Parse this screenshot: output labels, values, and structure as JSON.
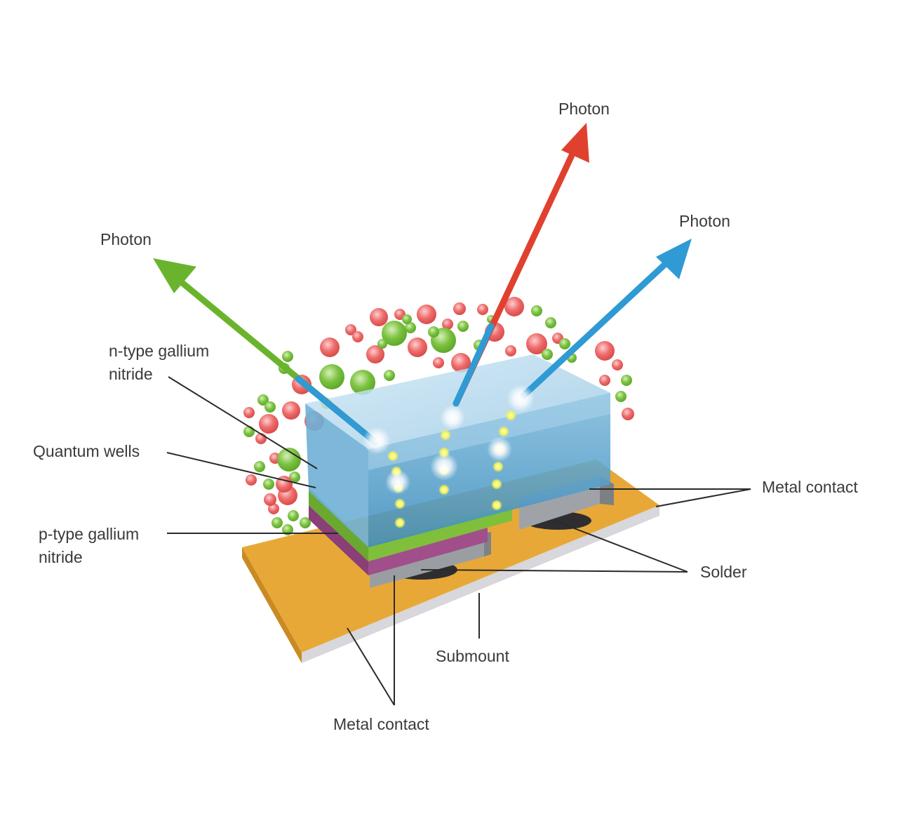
{
  "labels": {
    "photon_left": "Photon",
    "photon_top": "Photon",
    "photon_right": "Photon",
    "n_type_line1": "n-type gallium",
    "n_type_line2": "nitride",
    "quantum_wells": "Quantum wells",
    "p_type_line1": "p-type gallium",
    "p_type_line2": "nitride",
    "metal_contact_right": "Metal contact",
    "solder": "Solder",
    "submount": "Submount",
    "metal_contact_bottom": "Metal contact"
  },
  "colors": {
    "submount_top": "#e8a838",
    "submount_side": "#c98a22",
    "submount_edge": "#d8d8dc",
    "n_layer_top": "#b9dcef",
    "n_layer_front": "#4f9ec8",
    "n_layer_side": "#7cb8d8",
    "quantum_wells": "#7fbf3c",
    "p_layer": "#a04f8a",
    "metal_contact": "#9a9ea3",
    "solder": "#2e2e30",
    "photon_green": "#6ab42d",
    "photon_red": "#e0412f",
    "photon_blue": "#2f9ad4",
    "particle_red": "#ef6b6b",
    "particle_green": "#7cc242",
    "emission_glow": "#f2f25a",
    "leader_line": "#2a2a2a"
  }
}
